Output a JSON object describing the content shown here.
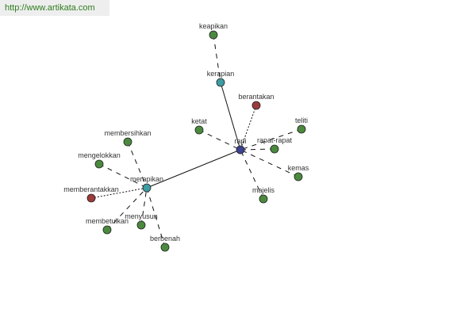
{
  "watermark": "http://www.artikata.com",
  "colors": {
    "synonym": "#4b8a3e",
    "derivative": "#3e9ca3",
    "antonym": "#9b3b3b",
    "root": "#3b428f"
  },
  "nodes": [
    {
      "id": "keapikan",
      "label": "keapikan",
      "type": "synonym"
    },
    {
      "id": "kerapian",
      "label": "kerapian",
      "type": "derivative"
    },
    {
      "id": "berantakan",
      "label": "berantakan",
      "type": "antonym"
    },
    {
      "id": "ketat",
      "label": "ketat",
      "type": "synonym"
    },
    {
      "id": "teliti",
      "label": "teliti",
      "type": "synonym"
    },
    {
      "id": "rapi",
      "label": "rapi",
      "type": "root"
    },
    {
      "id": "rapat-rapat",
      "label": "rapat-rapat",
      "type": "synonym"
    },
    {
      "id": "kemas",
      "label": "kemas",
      "type": "synonym"
    },
    {
      "id": "majelis",
      "label": "majelis",
      "type": "synonym"
    },
    {
      "id": "membersihkan",
      "label": "membersihkan",
      "type": "synonym"
    },
    {
      "id": "mengelokkan",
      "label": "mengelokkan",
      "type": "synonym"
    },
    {
      "id": "merapikan",
      "label": "merapikan",
      "type": "derivative"
    },
    {
      "id": "memberantakkan",
      "label": "memberantakkan",
      "type": "antonym"
    },
    {
      "id": "membetulkan",
      "label": "membetulkan",
      "type": "synonym"
    },
    {
      "id": "menyusun",
      "label": "menyusun",
      "type": "synonym"
    },
    {
      "id": "berbenah",
      "label": "berbenah",
      "type": "synonym"
    }
  ],
  "edges": [
    {
      "source": "keapikan",
      "target": "kerapian",
      "style": "dashed"
    },
    {
      "source": "kerapian",
      "target": "rapi",
      "style": "solid"
    },
    {
      "source": "berantakan",
      "target": "rapi",
      "style": "dotted"
    },
    {
      "source": "ketat",
      "target": "rapi",
      "style": "dashed"
    },
    {
      "source": "teliti",
      "target": "rapi",
      "style": "dashed"
    },
    {
      "source": "rapat-rapat",
      "target": "rapi",
      "style": "dashed"
    },
    {
      "source": "kemas",
      "target": "rapi",
      "style": "dashed"
    },
    {
      "source": "majelis",
      "target": "rapi",
      "style": "dashed"
    },
    {
      "source": "rapi",
      "target": "merapikan",
      "style": "solid"
    },
    {
      "source": "membersihkan",
      "target": "merapikan",
      "style": "dashed"
    },
    {
      "source": "mengelokkan",
      "target": "merapikan",
      "style": "dashed"
    },
    {
      "source": "memberantakkan",
      "target": "merapikan",
      "style": "dotted"
    },
    {
      "source": "membetulkan",
      "target": "merapikan",
      "style": "dashed"
    },
    {
      "source": "menyusun",
      "target": "merapikan",
      "style": "dashed"
    },
    {
      "source": "berbenah",
      "target": "merapikan",
      "style": "dashed"
    }
  ]
}
